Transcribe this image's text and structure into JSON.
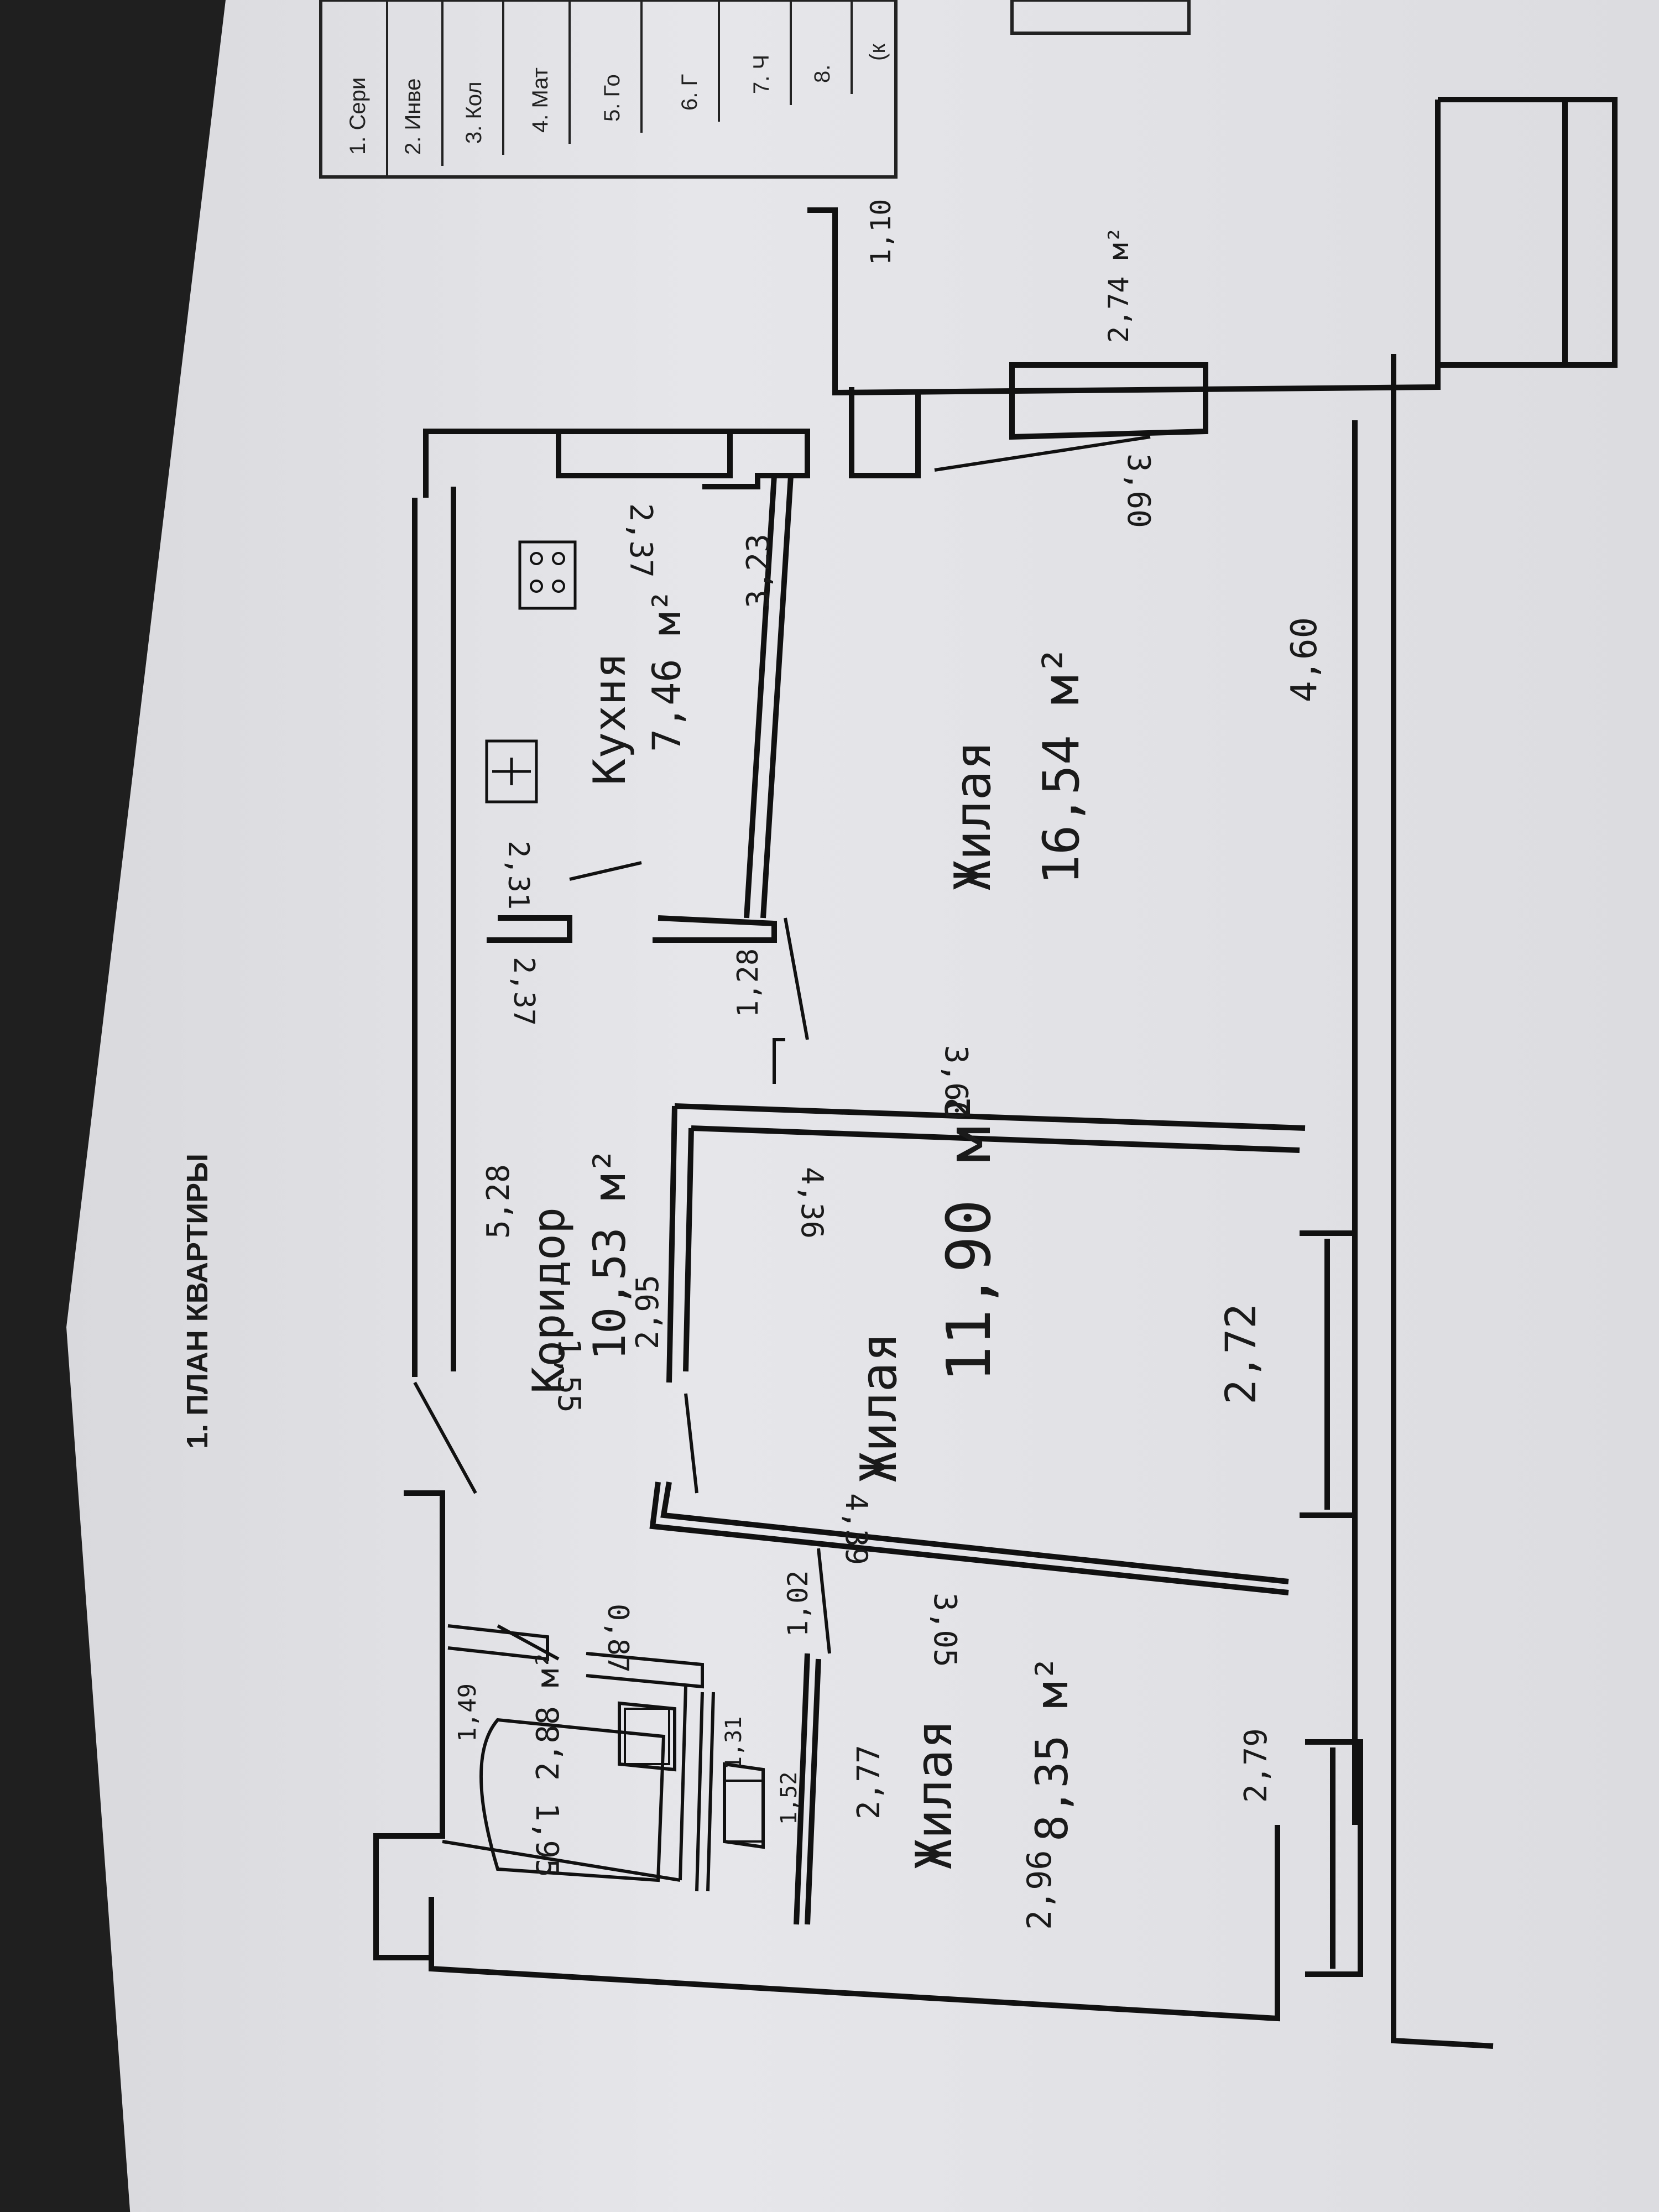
{
  "header": {
    "title": "1. ПЛАН КВАРТИРЫ"
  },
  "table_fragment": {
    "items": [
      "1. Сери",
      "2. Инве",
      "3. Кол",
      "4. Мат",
      "5. Го",
      "6. Г",
      "7. Ч",
      "8.",
      "(к"
    ]
  },
  "rooms": [
    {
      "id": "kitchen",
      "name": "Кухня",
      "area": "7,46 м²"
    },
    {
      "id": "living-1",
      "name": "Жилая",
      "area": "16,54 м²"
    },
    {
      "id": "corridor",
      "name": "Коридор",
      "area": "10,53 м²"
    },
    {
      "id": "living-2",
      "name": "Жилая",
      "area": "11,90 м²"
    },
    {
      "id": "living-3",
      "name": "Жилая",
      "area": "8,35 м²"
    },
    {
      "id": "bathroom",
      "name": "",
      "area": "2,88 м²"
    }
  ],
  "dimensions": {
    "kitchen_width": "2,37",
    "kitchen_length": "3,23",
    "kitchen_side": "2,31",
    "corridor_door": "2,37",
    "corridor_length": "5,28",
    "corridor_width": "2,95",
    "corridor_side": "1,55",
    "door_width": "1,28",
    "living1_length": "4,60",
    "living1_width": "3,60",
    "living1_top": "3,60",
    "living2_length_top": "4,36",
    "living2_length_bottom": "4,39",
    "living2_width": "2,72",
    "living3_length": "2,96",
    "living3_width": "2,77",
    "living3_outer": "2,79",
    "living3_door": "3,05",
    "bath_width": "1,49",
    "bath_length": "1,95",
    "bath_door": "0,87",
    "wc_small": "1,31",
    "wc_side": "1,52",
    "door_small": "1,02",
    "balcony_a": "1,10",
    "balcony_b": "2,74 м²"
  }
}
